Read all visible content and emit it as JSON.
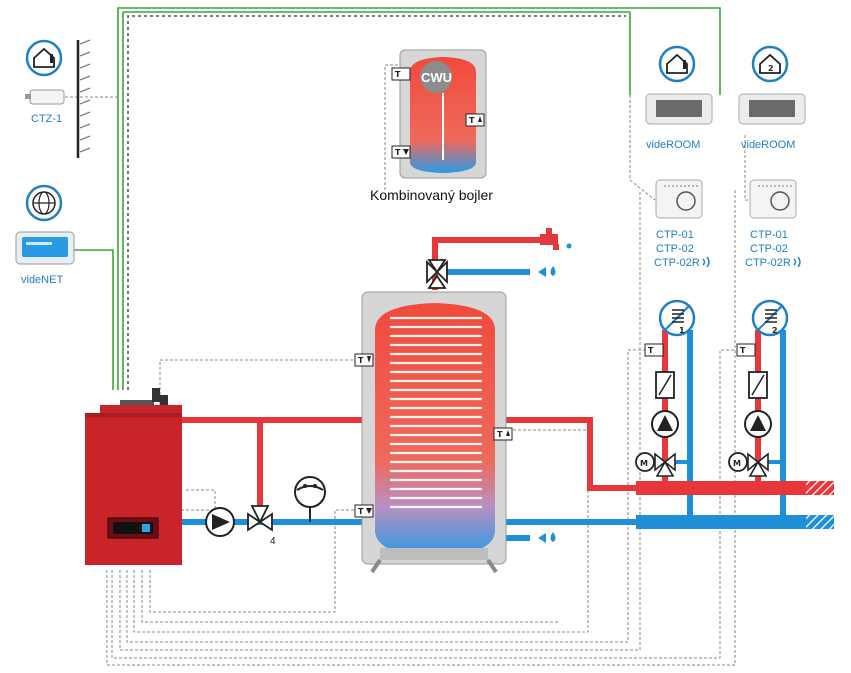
{
  "labels": {
    "ctz": "CTZ-1",
    "videnet": "videNET",
    "cwu": "CWU",
    "combined_boiler": "Kombinovaný bojler",
    "videroom_1": "videROOM",
    "videroom_2": "videROOM",
    "ctp_1_a": "CTP-01",
    "ctp_1_b": "CTP-02",
    "ctp_1_c": "CTP-02R",
    "ctp_2_a": "CTP-01",
    "ctp_2_b": "CTP-02",
    "ctp_2_c": "CTP-02R",
    "valve_number": "4",
    "zone_1": "1",
    "zone_2": "2"
  },
  "colors": {
    "hot": "#e8373a",
    "cold": "#1f8fd8",
    "boiler_body": "#c8242a",
    "cable_green": "#3aa63a",
    "cable_gray": "#888888",
    "accent_blue": "#1f7fc4"
  },
  "icons": [
    "house-thermometer-icon",
    "globe-icon",
    "water-tap-icon",
    "water-drop-icon",
    "pump-icon",
    "motor-valve-icon",
    "three-way-valve-icon",
    "pressure-gauge-icon",
    "moon-icon",
    "wireless-icon",
    "floor-heating-icon",
    "radiator-icon",
    "sensor-icon"
  ]
}
